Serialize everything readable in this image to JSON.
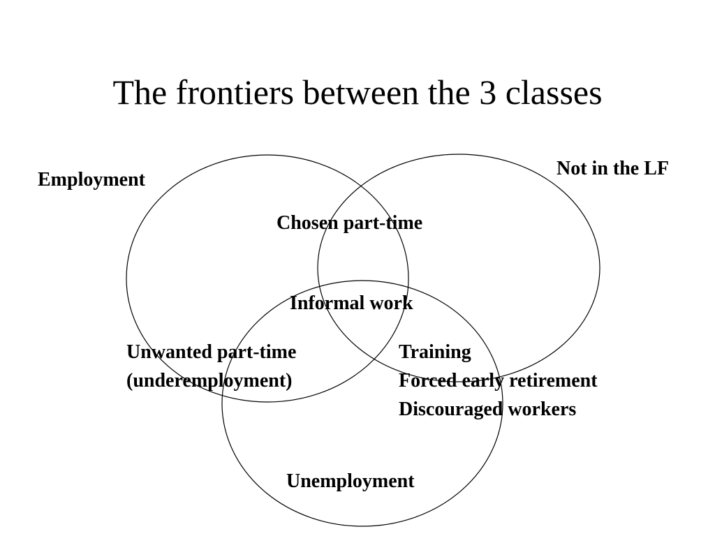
{
  "slide": {
    "title": "The frontiers between the 3 classes"
  },
  "diagram": {
    "stroke_color": "#000000",
    "background_color": "#ffffff",
    "sets": {
      "employment": "Employment",
      "not_in_lf": "Not in the LF",
      "unemployment": "Unemployment"
    },
    "regions": {
      "employment_not_in_lf": "Chosen part-time",
      "all_three": "Informal work",
      "employment_unemployment": [
        "Unwanted part-time",
        "(underemployment)"
      ],
      "unemployment_not_in_lf": [
        "Training",
        "Forced early retirement",
        "Discouraged workers"
      ]
    }
  }
}
